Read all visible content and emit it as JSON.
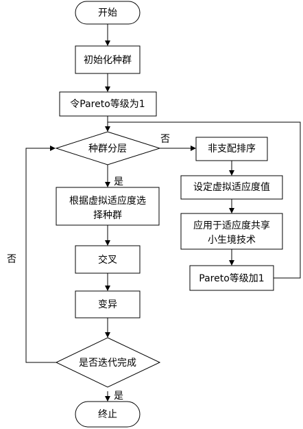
{
  "nodes": {
    "start": "开始",
    "init_population": "初始化种群",
    "set_pareto_level": "令Pareto等级为1",
    "population_layering": "种群分层",
    "select_population_line1": "根据虚拟适应度选",
    "select_population_line2": "择种群",
    "crossover": "交叉",
    "mutation": "变异",
    "iteration_done": "是否迭代完成",
    "end": "终止",
    "non_dominated_sort": "非支配排序",
    "set_virtual_fitness": "设定虚拟适应度值",
    "apply_sharing_line1": "应用于适应度共享",
    "apply_sharing_line2": "小生境技术",
    "pareto_level_plus1": "Pareto等级加1"
  },
  "edge_labels": {
    "layering_yes": "是",
    "layering_no": "否",
    "iteration_yes": "是",
    "iteration_no": "否"
  }
}
